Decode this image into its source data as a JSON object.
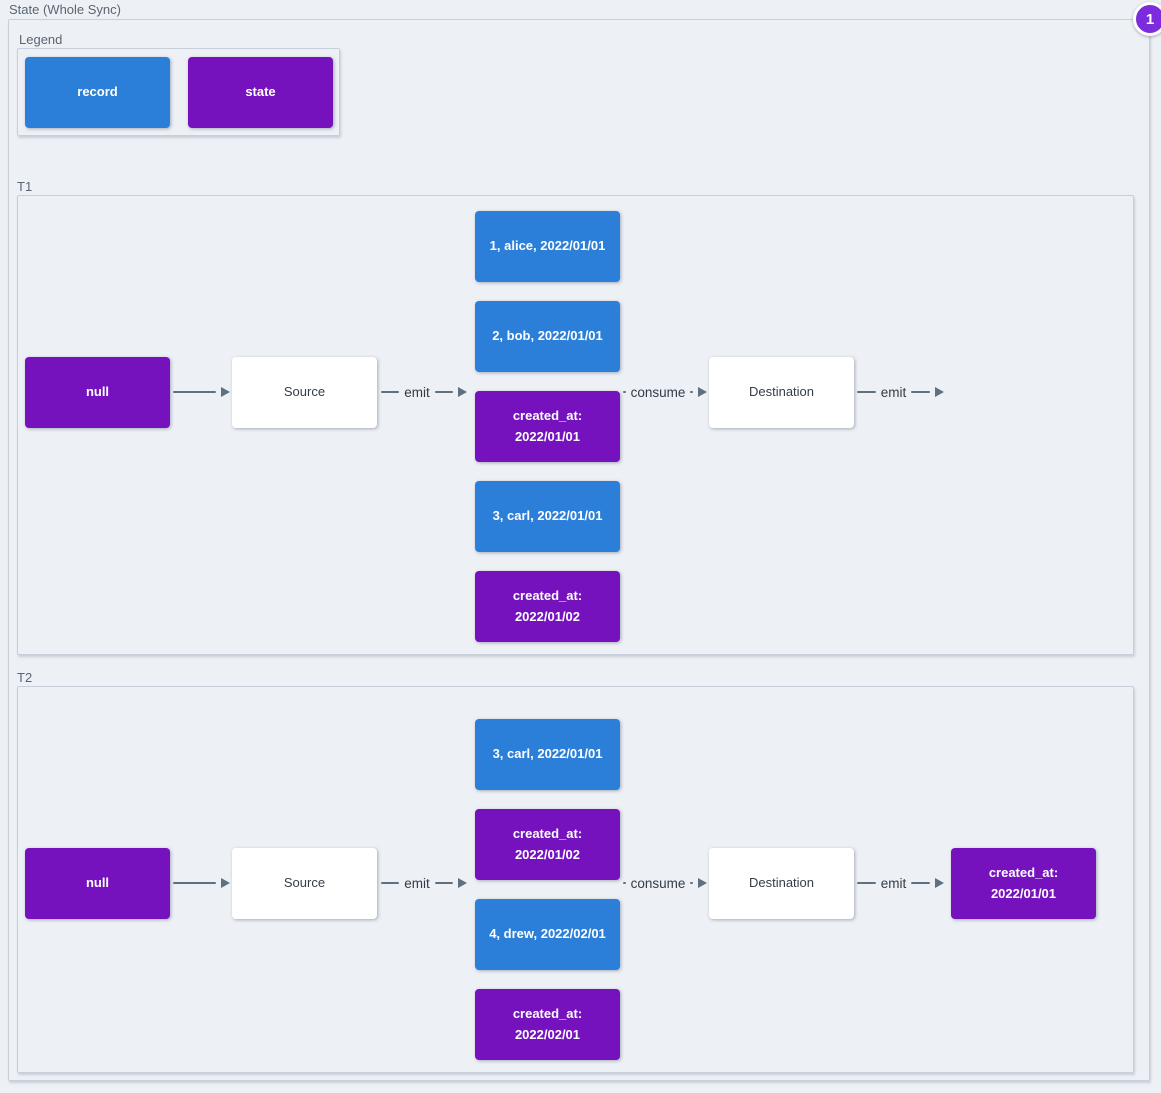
{
  "title": "State (Whole Sync)",
  "badge": {
    "count": "1"
  },
  "colors": {
    "record": "#2b7fd9",
    "state": "#7512bd",
    "badge": "#7c2bdd",
    "arrow": "#5f7080",
    "border": "#c7d0da",
    "canvas": "#edf0f5"
  },
  "legend": {
    "label": "Legend",
    "items": [
      {
        "label": "record",
        "type": "record"
      },
      {
        "label": "state",
        "type": "state"
      }
    ]
  },
  "sections": [
    {
      "label": "T1",
      "nodes": {
        "input": "null",
        "source": "Source",
        "destination": "Destination"
      },
      "edges": {
        "emit_source": "emit",
        "consume": "consume",
        "emit_destination": "emit"
      },
      "queue": [
        {
          "text": "1, alice, 2022/01/01",
          "type": "record"
        },
        {
          "text": "2, bob, 2022/01/01",
          "type": "record"
        },
        {
          "text": "created_at:\n2022/01/01",
          "type": "state"
        },
        {
          "text": "3, carl, 2022/01/01",
          "type": "record"
        },
        {
          "text": "created_at:\n2022/01/02",
          "type": "state"
        }
      ],
      "output": null
    },
    {
      "label": "T2",
      "nodes": {
        "input": "null",
        "source": "Source",
        "destination": "Destination"
      },
      "edges": {
        "emit_source": "emit",
        "consume": "consume",
        "emit_destination": "emit"
      },
      "queue": [
        {
          "text": "3, carl, 2022/01/01",
          "type": "record"
        },
        {
          "text": "created_at:\n2022/01/02",
          "type": "state"
        },
        {
          "text": "4, drew, 2022/02/01",
          "type": "record"
        },
        {
          "text": "created_at:\n2022/02/01",
          "type": "state"
        }
      ],
      "output": {
        "text": "created_at:\n2022/01/01",
        "type": "state"
      }
    }
  ]
}
